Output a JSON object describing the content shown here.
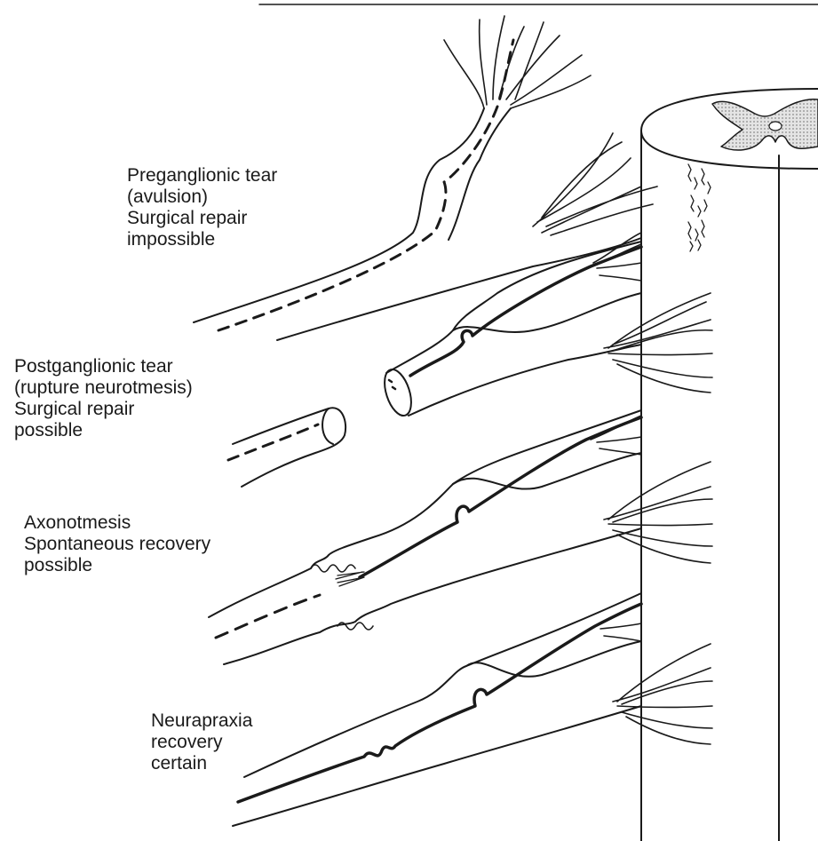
{
  "labels": {
    "preganglionic": {
      "lines": [
        "Preganglionic tear",
        "(avulsion)",
        "Surgical repair",
        "impossible"
      ]
    },
    "postganglionic": {
      "lines": [
        "Postganglionic tear",
        "(rupture neurotmesis)",
        "Surgical repair",
        "possible"
      ]
    },
    "axonotmesis": {
      "lines": [
        "Axonotmesis",
        "Spontaneous recovery",
        "possible"
      ]
    },
    "neurapraxia": {
      "lines": [
        "Neurapraxia",
        "recovery",
        "certain"
      ]
    }
  },
  "colors": {
    "ink": "#1a1a1a",
    "grey_matter": "#cfcfcf",
    "background": "#ffffff"
  }
}
